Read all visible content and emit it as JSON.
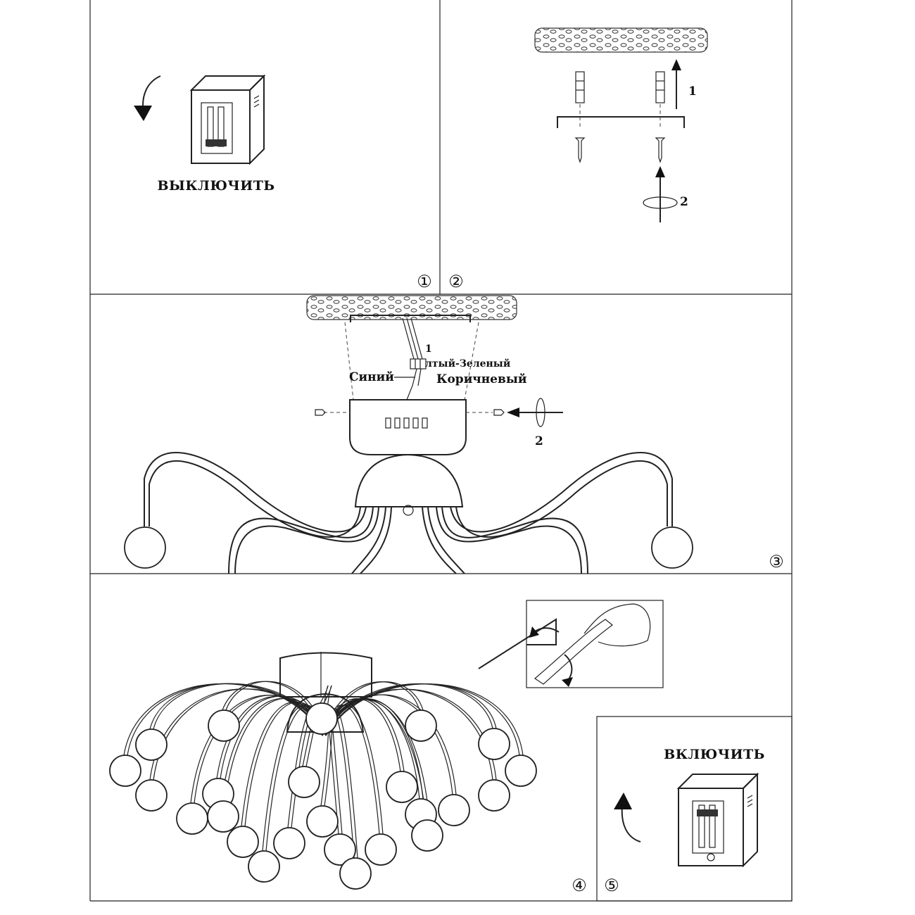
{
  "panel1": {
    "label": "ВЫКЛЮЧИТЬ"
  },
  "panel2": {
    "arrow1_label": "1",
    "arrow2_label": "2"
  },
  "panel3": {
    "step_markers": [
      "①",
      "②",
      "③"
    ],
    "wire_num": "1",
    "wire_green": "лтый-Зеленый",
    "wire_blue": "Синий",
    "wire_brown": "Коричневый",
    "screw_label": "2"
  },
  "panel4": {
    "step_markers": [
      "④",
      "⑤"
    ],
    "on_label": "ВКЛЮЧИТЬ"
  }
}
